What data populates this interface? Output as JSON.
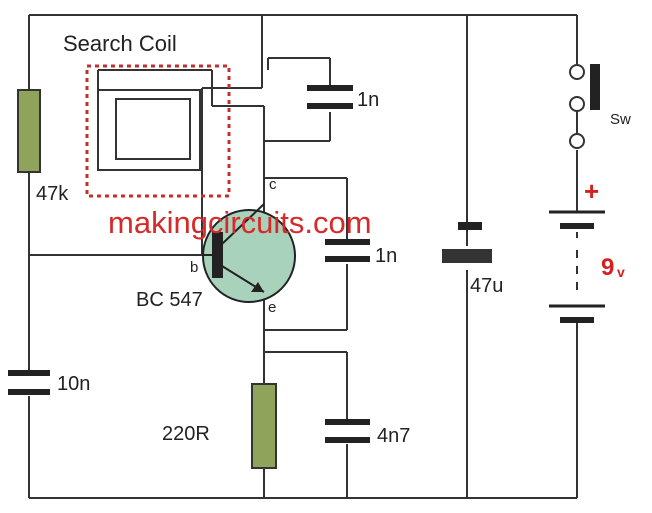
{
  "title": "Search Coil",
  "watermark": "makingcircuits.com",
  "labels": {
    "r_47k": "47k",
    "c_1n_top": "1n",
    "c_1n_mid": "1n",
    "c_10n": "10n",
    "r_220": "220R",
    "c_4n7": "4n7",
    "c_47u": "47u",
    "switch": "Sw",
    "batt_plus": "+",
    "batt_volt_main": "9",
    "batt_volt_unit": "v",
    "transistor": "BC 547",
    "pin_c": "c",
    "pin_b": "b",
    "pin_e": "e"
  },
  "colors": {
    "wire": "#333333",
    "resistor": "#8fa35a",
    "transistor_body": "#a9d2bc",
    "accent_red": "#d42020",
    "coil_outline": "#c0302e"
  }
}
